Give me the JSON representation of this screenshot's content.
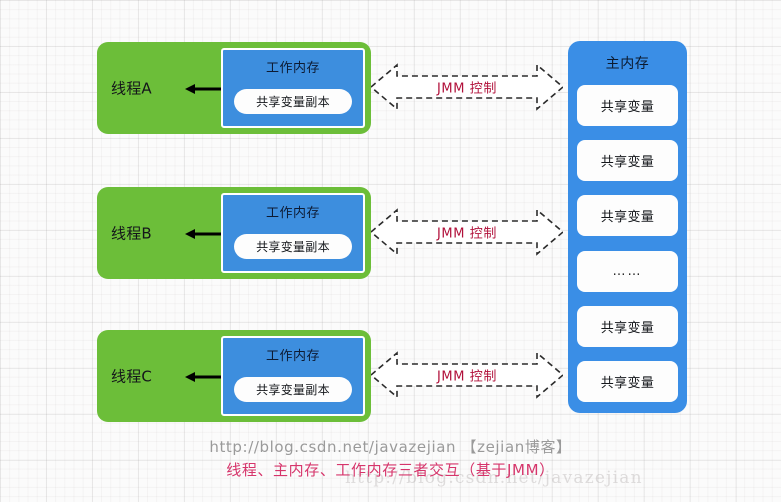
{
  "diagram": {
    "threads": [
      {
        "label": "线程A",
        "arrow_icon": "double-headed-arrow-icon",
        "working_memory": {
          "title": "工作内存",
          "variable_copy": "共享变量副本"
        },
        "jmm": {
          "label": "JMM 控制",
          "icon": "dashed-double-block-arrow-icon"
        }
      },
      {
        "label": "线程B",
        "arrow_icon": "double-headed-arrow-icon",
        "working_memory": {
          "title": "工作内存",
          "variable_copy": "共享变量副本"
        },
        "jmm": {
          "label": "JMM 控制",
          "icon": "dashed-double-block-arrow-icon"
        }
      },
      {
        "label": "线程C",
        "arrow_icon": "double-headed-arrow-icon",
        "working_memory": {
          "title": "工作内存",
          "variable_copy": "共享变量副本"
        },
        "jmm": {
          "label": "JMM 控制",
          "icon": "dashed-double-block-arrow-icon"
        }
      }
    ],
    "main_memory": {
      "title": "主内存",
      "cells": [
        "共享变量",
        "共享变量",
        "共享变量",
        "……",
        "共享变量",
        "共享变量"
      ]
    },
    "caption": {
      "url": "http://blog.csdn.net/javazejian 【zejian博客】",
      "title": "线程、主内存、工作内存三者交互（基于JMM）"
    },
    "watermark": "http://blog.csdn.net/javazejian",
    "colors": {
      "thread_green": "#6cbe39",
      "working_memory_blue": "#3d8ede",
      "main_memory_blue": "#3a8ee6",
      "jmm_label_red": "#b1103a",
      "caption_pink": "#d6356b",
      "caption_gray": "#9a9a9a"
    }
  }
}
